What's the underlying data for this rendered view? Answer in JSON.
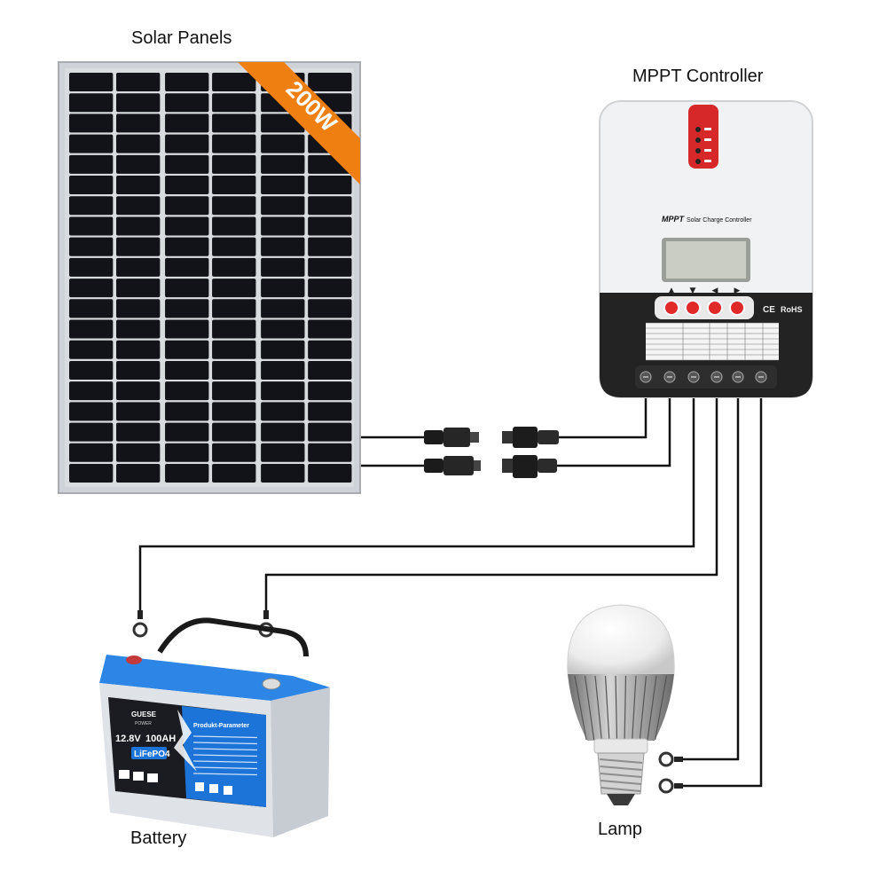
{
  "labels": {
    "solar_panels": "Solar Panels",
    "mppt_controller": "MPPT Controller",
    "battery": "Battery",
    "lamp": "Lamp"
  },
  "panel": {
    "badge": "200W",
    "columns": 6,
    "rows": 20
  },
  "controller": {
    "title_brand": "MPPT",
    "title_text": "Solar Charge Controller",
    "button_arrows": [
      "▲",
      "▼",
      "◀",
      "▶"
    ],
    "ce_mark": "CE",
    "rohs_mark": "RoHS",
    "terminals": 6
  },
  "battery": {
    "brand": "GUESE",
    "brand_sub": "POWER",
    "spec": "12.8V",
    "capacity": "100AH",
    "chem": "LiFePO4",
    "param_title": "Produkt-Parameter"
  },
  "colors": {
    "panel_frame": "#c9ccd0",
    "cell": "#121318",
    "badge": "#f07f12",
    "battery_blue": "#1d74d8",
    "controller_dark": "#232323",
    "button_red": "#e02a2a",
    "wire": "#111111"
  }
}
